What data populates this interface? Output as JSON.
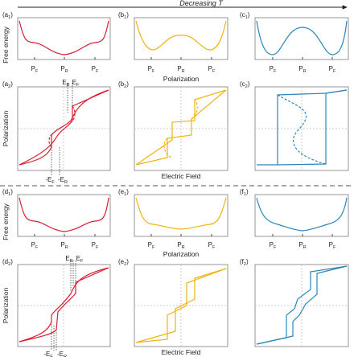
{
  "header": {
    "label": "Decreasing T"
  },
  "colors": {
    "red": "#d81f33",
    "yellow": "#f0b312",
    "blue": "#2c86b9"
  },
  "labels": {
    "free_energy": "Free energy",
    "polarization": "Polarization",
    "electric_field": "Electric Field",
    "pf": "P",
    "pf_sub": "F",
    "pr": "P",
    "pr_sub": "R"
  },
  "panels": {
    "a1": {
      "letter": "a",
      "sub": "1"
    },
    "b1": {
      "letter": "b",
      "sub": "1"
    },
    "c1": {
      "letter": "c",
      "sub": "1"
    },
    "a2": {
      "letter": "a",
      "sub": "2"
    },
    "b2": {
      "letter": "b",
      "sub": "2"
    },
    "c2": {
      "letter": "c",
      "sub": "2"
    },
    "d1": {
      "letter": "d",
      "sub": "1"
    },
    "e1": {
      "letter": "e",
      "sub": "1"
    },
    "f1": {
      "letter": "f",
      "sub": "1"
    },
    "d2": {
      "letter": "d",
      "sub": "2"
    },
    "e2": {
      "letter": "e",
      "sub": "2"
    },
    "f2": {
      "letter": "f",
      "sub": "2"
    }
  },
  "field_labels": {
    "er": "E",
    "er_sub": "R",
    "ef": "E",
    "ef_sub": "F",
    "neg_ef": "-E",
    "neg_ef_sub": "F",
    "neg_er": "-E",
    "neg_er_sub": "R"
  }
}
